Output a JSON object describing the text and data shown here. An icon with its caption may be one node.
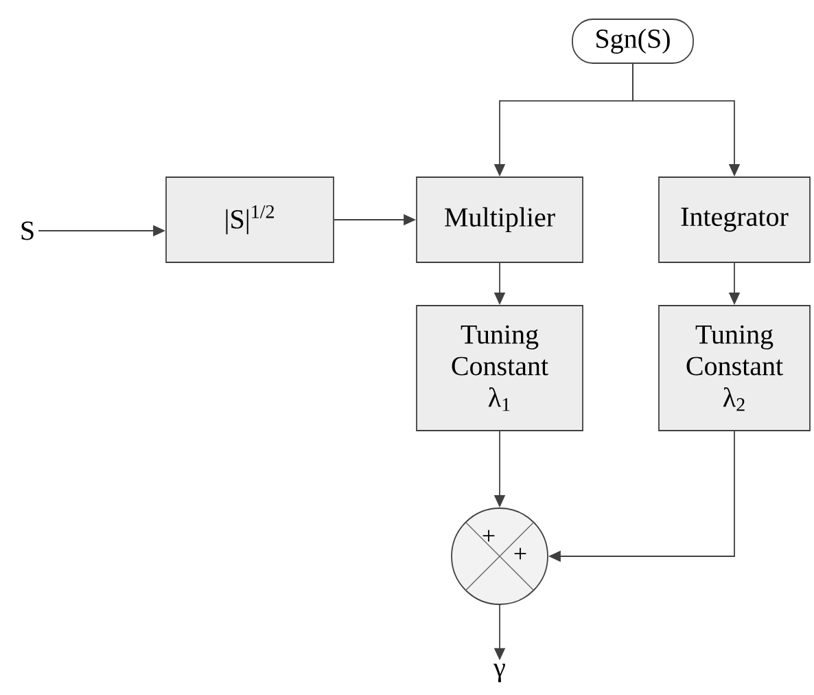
{
  "diagram": {
    "nodes": [
      {
        "text": [
          "S"
        ]
      },
      {
        "text": [
          "Sgn(S)"
        ]
      },
      {
        "text": [
          "|S|$^{1/2}$"
        ]
      },
      {
        "text": [
          "Multiplier"
        ]
      },
      {
        "text": [
          "Integrator"
        ]
      },
      {
        "text": [
          "Tuning Constant λ$_{1}$"
        ]
      },
      {
        "text": [
          "Tuning Constant λ$_{2}$"
        ]
      },
      {
        "text": [
          "+",
          "+"
        ]
      },
      {
        "text": [
          "γ"
        ]
      }
    ],
    "edges": [
      {
        "from": 0,
        "to": 2,
        "arrow": "to"
      },
      {
        "from": 2,
        "to": 3,
        "arrow": "to"
      },
      {
        "from": 1,
        "to": 3,
        "arrow": "to"
      },
      {
        "from": 1,
        "to": 4,
        "arrow": "to"
      },
      {
        "from": 3,
        "to": 5,
        "arrow": "to"
      },
      {
        "from": 4,
        "to": 6,
        "arrow": "to"
      },
      {
        "from": 5,
        "to": 7,
        "arrow": "to"
      },
      {
        "from": 6,
        "to": 7,
        "arrow": "to"
      },
      {
        "from": 7,
        "to": 8,
        "arrow": "to"
      }
    ]
  }
}
